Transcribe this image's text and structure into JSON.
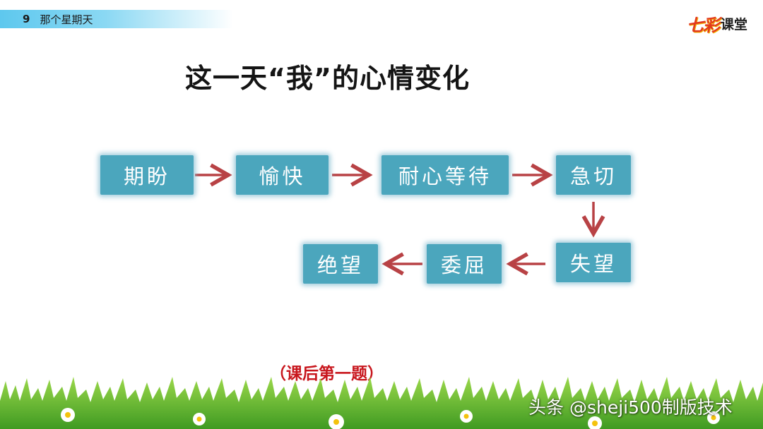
{
  "header": {
    "lesson_number": "9",
    "lesson_title": "那个星期天"
  },
  "logo": {
    "fancy": "七彩",
    "plain": "课堂"
  },
  "title": "这一天“我”的心情变化",
  "flow": {
    "nodes": [
      "期盼",
      "愉快",
      "耐心等待",
      "急切",
      "失望",
      "委屈",
      "绝望"
    ]
  },
  "footnote": "（课后第一题）",
  "watermark": "头条 @sheji500制版技术",
  "colors": {
    "box": "#4ba6bd",
    "arrow": "#b84245",
    "footnote": "#c8161d",
    "header_bar": "#5ec8ee"
  }
}
